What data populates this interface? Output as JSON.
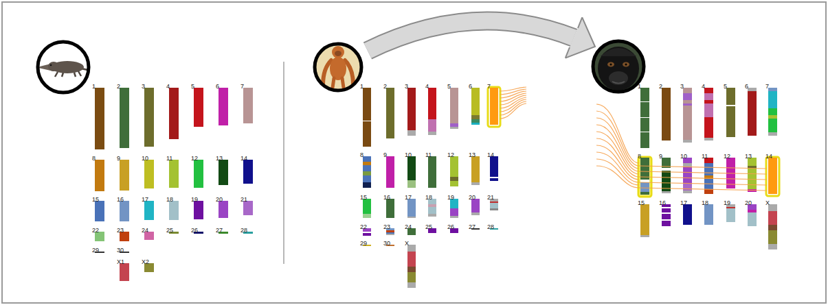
{
  "diagram": {
    "labels": [
      "1",
      "2",
      "3",
      "4",
      "5",
      "6",
      "7",
      "8",
      "9",
      "10",
      "11",
      "12",
      "13",
      "14",
      "15",
      "16",
      "17",
      "18",
      "19",
      "20",
      "21",
      "22",
      "23",
      "24",
      "25",
      "26",
      "27",
      "28",
      "29",
      "30",
      "X1",
      "X2",
      "1",
      "2",
      "3",
      "4",
      "5",
      "6",
      "7",
      "8",
      "9",
      "10",
      "11",
      "12",
      "13",
      "14",
      "15",
      "16",
      "17",
      "18",
      "19",
      "20",
      "21",
      "22",
      "23",
      "24",
      "25",
      "26",
      "27",
      "28",
      "29",
      "30",
      "X",
      "1",
      "2",
      "3",
      "4",
      "5",
      "6",
      "7",
      "8",
      "9",
      "10",
      "11",
      "12",
      "13",
      "14",
      "15",
      "16",
      "17",
      "18",
      "19",
      "20",
      "X"
    ]
  }
}
